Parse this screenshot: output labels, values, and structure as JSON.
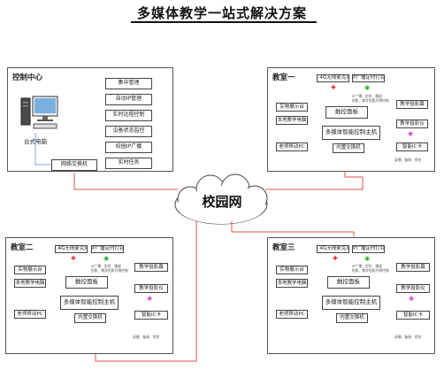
{
  "page": {
    "title": "多媒体教学一站式解决方案"
  },
  "network": {
    "label": "校园网"
  },
  "control_center": {
    "title": "控制中心",
    "pc_label": "台式电脑",
    "switch_label": "网络交换机",
    "functions": [
      "集中管理",
      "自动IP管理",
      "实时远程控制",
      "设备状态监控",
      "校园IP广播",
      "实时任务"
    ]
  },
  "classrooms": [
    {
      "title": "教室一",
      "receiver_24": "2.4G无线麦克风",
      "ip_timer": "IP广播定时打铃",
      "touch_panel": "触控面板",
      "host": "多媒体智能控制主机",
      "switch": "内置交换机",
      "left_devices": [
        "实物展示台",
        "本地教学电脑",
        "老师移动PC"
      ],
      "right_devices": [
        "教学投影幕",
        "教学投影仪",
        "智能IC卡"
      ],
      "notes": [
        "IP广播、定时、播放",
        "投影、教学投影升降控制",
        "录播、备课、预览"
      ]
    },
    {
      "title": "教室二",
      "receiver_24": "2.4G无线麦克风",
      "ip_timer": "IP广播定时打铃",
      "touch_panel": "触控面板",
      "host": "多媒体智能控制主机",
      "switch": "内置交换机",
      "left_devices": [
        "实物展示台",
        "本地教学电脑",
        "老师移动PC"
      ],
      "right_devices": [
        "教学投影幕",
        "教学投影仪",
        "智能IC卡"
      ],
      "notes": [
        "IP广播、定时、播放",
        "投影、教学投影升降控制",
        "录播、备课、预览"
      ]
    },
    {
      "title": "教室三",
      "receiver_24": "2.4G无线麦克风",
      "ip_timer": "IP广播定时打铃",
      "touch_panel": "触控面板",
      "host": "多媒体智能控制主机",
      "switch": "内置交换机",
      "left_devices": [
        "实物展示台",
        "本地教学电脑",
        "老师移动PC"
      ],
      "right_devices": [
        "教学投影幕",
        "教学投影仪",
        "智能IC卡"
      ],
      "notes": [
        "IP广播、定时、播放",
        "投影、教学投影升降控制",
        "录播、备课、预览"
      ]
    }
  ],
  "colors": {
    "network_line": "#d9534f",
    "wire_blue": "#5b8fd9",
    "wire_cyan": "#41b8c9",
    "wire_pink": "#d86fd8",
    "wire_yellow": "#d8c24a",
    "wire_purple": "#8a5bd9"
  }
}
